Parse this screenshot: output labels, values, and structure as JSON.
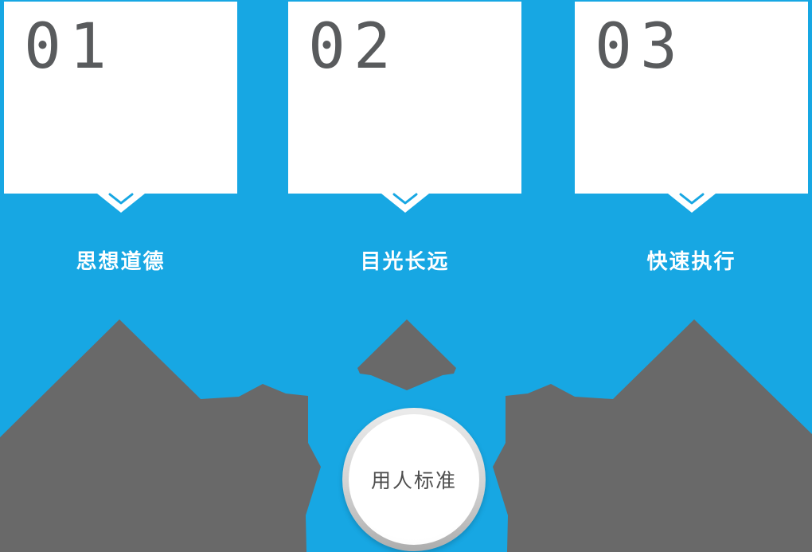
{
  "cards": [
    {
      "number": "01",
      "label": "思想道德"
    },
    {
      "number": "02",
      "label": "目光长远"
    },
    {
      "number": "03",
      "label": "快速执行"
    }
  ],
  "center": {
    "label": "用人标准"
  },
  "colors": {
    "bg-blue": "#17A7E3",
    "shape-gray": "#696969",
    "card-bg": "#FFFFFF",
    "num-gray": "#595B5D",
    "label-white": "#FFFFFF",
    "circle-text": "#4D4D4D",
    "ring-light": "#EBEBEB",
    "ring-dark": "#ADADAD"
  }
}
